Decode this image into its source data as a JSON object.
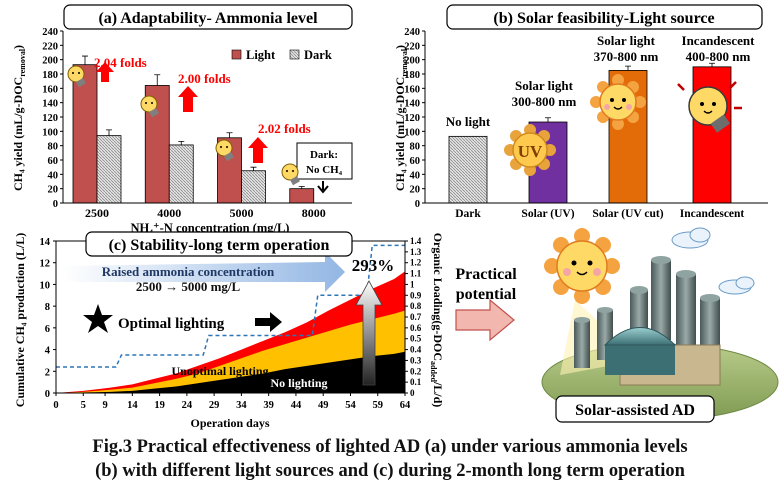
{
  "colors": {
    "light": "#c0504d",
    "dark": "#d0d0d0",
    "uv": "#7030a0",
    "uvcut": "#e36c09",
    "incandescent": "#ff0000",
    "annotation_red": "#ff0000",
    "yellow": "#ffc000",
    "dashed": "#2e75b6"
  },
  "panel_a": {
    "title": "(a) Adaptability- Ammonia level",
    "fold_labels": [
      "2.04 folds",
      "2.00 folds",
      "2.02 folds"
    ],
    "dark_note": [
      "Dark:",
      "No CH₄"
    ]
  },
  "panel_b": {
    "title": "(b) Solar feasibility-Light source",
    "bar_labels": [
      "No light",
      "Solar light",
      "300-800 nm",
      "Solar light",
      "370-800 nm",
      "Incandescent",
      "400-800 nm"
    ],
    "icons": [
      "uv-sun-icon",
      "smiling-sun-icon",
      "light-bulb-icon"
    ]
  },
  "panel_c": {
    "title": "(c) Stability-long term operation",
    "arrow_text": [
      "Raised ammonia concentration",
      "2500 → 5000 mg/L"
    ],
    "percent": "293%",
    "optimal": "Optimal lighting",
    "unoptimal": "Unoptimal lighting",
    "nolight": "No lighting"
  },
  "illustration": {
    "arrow_label": [
      "Practical",
      "potential"
    ],
    "caption": "Solar-assisted AD",
    "icons": [
      "sun-icon",
      "digester-tank-icon",
      "cloud-icon"
    ]
  },
  "figure_caption": [
    "Fig.3  Practical effectiveness of lighted AD (a) under various ammonia levels",
    "(b) with different light sources and (c) during 2-month long term operation"
  ],
  "chart_data": [
    {
      "type": "bar",
      "title": "(a) Adaptability- Ammonia level",
      "xlabel": "NH₄⁺-N concentration (mg/L)",
      "ylabel": "CH₄ yield (mL/g-DOC removal)",
      "categories": [
        "2500",
        "4000",
        "5000",
        "8000"
      ],
      "series": [
        {
          "name": "Light",
          "values": [
            193,
            164,
            91,
            20
          ],
          "errors": [
            12,
            15,
            7,
            3
          ]
        },
        {
          "name": "Dark",
          "values": [
            94,
            81,
            45,
            0
          ],
          "errors": [
            8,
            5,
            5,
            0
          ]
        }
      ],
      "ylim": [
        0,
        240
      ],
      "yticks": [
        0,
        20,
        40,
        60,
        80,
        100,
        120,
        140,
        160,
        180,
        200,
        220,
        240
      ],
      "legend": "top-right"
    },
    {
      "type": "bar",
      "title": "(b) Solar feasibility-Light source",
      "ylabel": "CH₄ yield (mL/g-DOC removal)",
      "categories": [
        "Dark",
        "Solar (UV)",
        "Solar (UV cut)",
        "Incandescent"
      ],
      "values": [
        93,
        113,
        185,
        190
      ],
      "errors": [
        0,
        6,
        6,
        5
      ],
      "ylim": [
        0,
        240
      ],
      "yticks": [
        0,
        20,
        40,
        60,
        80,
        100,
        120,
        140,
        160,
        180,
        200,
        220,
        240
      ]
    },
    {
      "type": "area",
      "title": "(c) Stability-long term operation",
      "xlabel": "Operation days",
      "ylabel": "Cumulative CH₄ production (L/L)",
      "y2label": "Organic Loading(g-DOC added/L/d)",
      "xticks": [
        0,
        5,
        9,
        14,
        19,
        24,
        29,
        34,
        39,
        44,
        49,
        54,
        59,
        64
      ],
      "xlim": [
        0,
        64
      ],
      "ylim": [
        0,
        14
      ],
      "y2lim": [
        0,
        1.4
      ],
      "yticks": [
        0,
        2,
        4,
        6,
        8,
        10,
        12,
        14
      ],
      "y2ticks": [
        0,
        0.1,
        0.2,
        0.3,
        0.4,
        0.5,
        0.6,
        0.7,
        0.8,
        0.9,
        1.0,
        1.1,
        1.2,
        1.3,
        1.4
      ],
      "series": [
        {
          "name": "Optimal lighting",
          "x": [
            0,
            5,
            10,
            14,
            18,
            22,
            26,
            30,
            34,
            38,
            42,
            46,
            50,
            54,
            58,
            62,
            64
          ],
          "y": [
            0,
            0.2,
            0.5,
            0.8,
            1.3,
            1.8,
            2.5,
            3.2,
            4.0,
            4.8,
            5.6,
            6.5,
            7.6,
            8.6,
            9.6,
            10.5,
            11.2
          ]
        },
        {
          "name": "Unoptimal lighting",
          "x": [
            0,
            5,
            10,
            14,
            18,
            22,
            26,
            30,
            34,
            38,
            42,
            46,
            50,
            54,
            58,
            62,
            64
          ],
          "y": [
            0,
            0.1,
            0.3,
            0.5,
            0.9,
            1.3,
            1.8,
            2.5,
            3.2,
            3.9,
            4.5,
            5.1,
            5.7,
            6.3,
            6.8,
            7.3,
            7.6
          ]
        },
        {
          "name": "No lighting",
          "x": [
            0,
            5,
            10,
            14,
            18,
            22,
            26,
            30,
            34,
            38,
            42,
            46,
            50,
            54,
            58,
            62,
            64
          ],
          "y": [
            0,
            0.05,
            0.1,
            0.2,
            0.4,
            0.6,
            0.9,
            1.2,
            1.5,
            1.8,
            2.2,
            2.5,
            2.8,
            3.1,
            3.4,
            3.6,
            3.8
          ]
        },
        {
          "name": "Organic loading",
          "axis": "right",
          "x": [
            0,
            11,
            12,
            27,
            28,
            47,
            48,
            57,
            58,
            64
          ],
          "y": [
            0.24,
            0.24,
            0.35,
            0.35,
            0.53,
            0.53,
            0.9,
            0.9,
            1.36,
            1.36
          ]
        }
      ],
      "annotations": [
        "Raised ammonia concentration",
        "2500 → 5000 mg/L",
        "293%",
        "Optimal lighting",
        "Unoptimal lighting",
        "No lighting"
      ]
    }
  ]
}
